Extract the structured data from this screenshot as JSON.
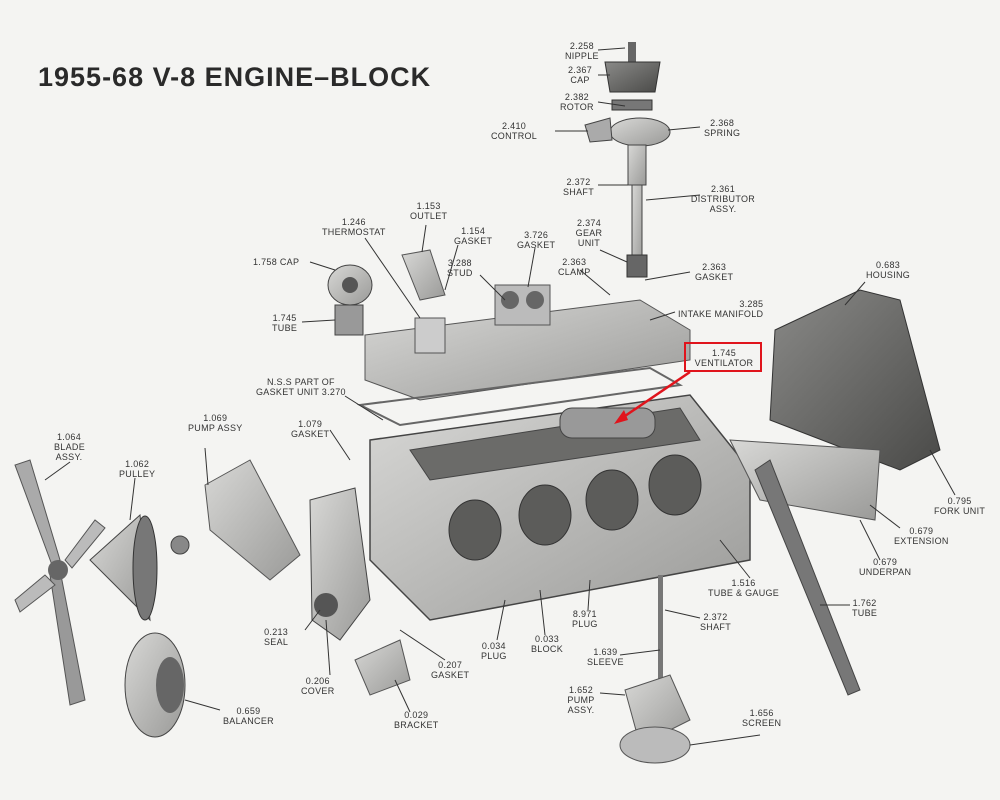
{
  "title": "1955-68 V-8 ENGINE–BLOCK",
  "highlight_color": "#e0141c",
  "parts": {
    "nipple": {
      "num": "2.258",
      "name": "NIPPLE"
    },
    "cap_dist": {
      "num": "2.367",
      "name": "CAP"
    },
    "rotor": {
      "num": "2.382",
      "name": "ROTOR"
    },
    "control": {
      "num": "2.410",
      "name": "CONTROL"
    },
    "spring": {
      "num": "2.368",
      "name": "SPRING"
    },
    "shaft_dist": {
      "num": "2.372",
      "name": "SHAFT"
    },
    "distributor": {
      "num": "2.361",
      "name": "DISTRIBUTOR ASSY."
    },
    "outlet": {
      "num": "1.153",
      "name": "OUTLET"
    },
    "thermostat": {
      "num": "1.246",
      "name": "THERMOSTAT"
    },
    "gasket_outlet": {
      "num": "1.154",
      "name": "GASKET"
    },
    "gasket_3726": {
      "num": "3.726",
      "name": "GASKET"
    },
    "gear_unit": {
      "num": "2.374",
      "name": "GEAR UNIT"
    },
    "cap_1758": {
      "num": "1.758",
      "name": "CAP"
    },
    "stud": {
      "num": "3.288",
      "name": "STUD"
    },
    "clamp": {
      "num": "2.363",
      "name": "CLAMP"
    },
    "gasket_2363": {
      "num": "2.363",
      "name": "GASKET"
    },
    "housing": {
      "num": "0.683",
      "name": "HOUSING"
    },
    "tube_1745": {
      "num": "1.745",
      "name": "TUBE"
    },
    "intake": {
      "num": "3.285",
      "name": "INTAKE MANIFOLD"
    },
    "ventilator": {
      "num": "1.745",
      "name": "VENTILATOR"
    },
    "nss": {
      "num": "N.S.S PART OF",
      "name": "GASKET UNIT 3.270"
    },
    "pump_assy": {
      "num": "1.069",
      "name": "PUMP ASSY"
    },
    "gasket_1079": {
      "num": "1.079",
      "name": "GASKET"
    },
    "blade": {
      "num": "1.064",
      "name": "BLADE ASSY."
    },
    "pulley": {
      "num": "1.062",
      "name": "PULLEY"
    },
    "fork": {
      "num": "0.795",
      "name": "FORK UNIT"
    },
    "extension": {
      "num": "0.679",
      "name": "EXTENSION"
    },
    "underpan": {
      "num": "0.679",
      "name": "UNDERPAN"
    },
    "tube_gauge": {
      "num": "1.516",
      "name": "TUBE & GAUGE"
    },
    "plug_8971": {
      "num": "8.971",
      "name": "PLUG"
    },
    "shaft_2372": {
      "num": "2.372",
      "name": "SHAFT"
    },
    "tube_1762": {
      "num": "1.762",
      "name": "TUBE"
    },
    "seal": {
      "num": "0.213",
      "name": "SEAL"
    },
    "cover": {
      "num": "0.206",
      "name": "COVER"
    },
    "plug_034": {
      "num": "0.034",
      "name": "PLUG"
    },
    "block": {
      "num": "0.033",
      "name": "BLOCK"
    },
    "sleeve": {
      "num": "1.639",
      "name": "SLEEVE"
    },
    "gasket_0207": {
      "num": "0.207",
      "name": "GASKET"
    },
    "pump_1652": {
      "num": "1.652",
      "name": "PUMP ASSY."
    },
    "balancer": {
      "num": "0.659",
      "name": "BALANCER"
    },
    "bracket": {
      "num": "0.029",
      "name": "BRACKET"
    },
    "screen": {
      "num": "1.656",
      "name": "SCREEN"
    }
  }
}
